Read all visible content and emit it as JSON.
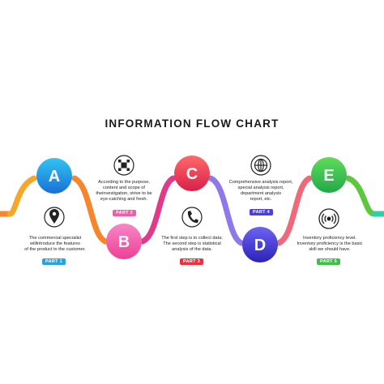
{
  "title": "INFORMATION FLOW CHART",
  "steps": [
    {
      "letter": "A",
      "part": "PART 1",
      "icon": "location-pin-icon",
      "color": "#29a3e0",
      "lines": [
        "The commercial specialist",
        "willintroduce the features",
        "of the product to the customer."
      ]
    },
    {
      "letter": "B",
      "part": "PART 2",
      "icon": "network-nodes-icon",
      "color": "#f35ba8",
      "lines": [
        "According to the purpose,",
        "content and scope of",
        "theinvestigation, strive to be",
        "eye-catching and fresh."
      ]
    },
    {
      "letter": "C",
      "part": "PART 3",
      "icon": "phone-icon",
      "color": "#e8383d",
      "lines": [
        "The first step is to collect data;",
        "The second step is statistical",
        "analysis of the data."
      ]
    },
    {
      "letter": "D",
      "part": "PART 4",
      "icon": "globe-icon",
      "color": "#4a3fd8",
      "lines": [
        "Comprehensive analysis report,",
        "special analysis report,",
        "department analysis",
        "report, etc."
      ]
    },
    {
      "letter": "E",
      "part": "PART 5",
      "icon": "broadcast-icon",
      "color": "#3fbf4a",
      "lines": [
        "Inventory proficiency level.",
        "Inventory proficiency is the basic",
        "skill we should have."
      ]
    }
  ],
  "colors": {
    "orange": "#f6852b",
    "yellow": "#f2c029",
    "pink": "#f35ba8",
    "red": "#e8383d",
    "magenta": "#d9208a",
    "purple": "#6a4fe0",
    "lavender": "#a9a4f2",
    "salmon": "#f0697a",
    "green": "#5dc83d",
    "teal": "#2fd0a6"
  }
}
